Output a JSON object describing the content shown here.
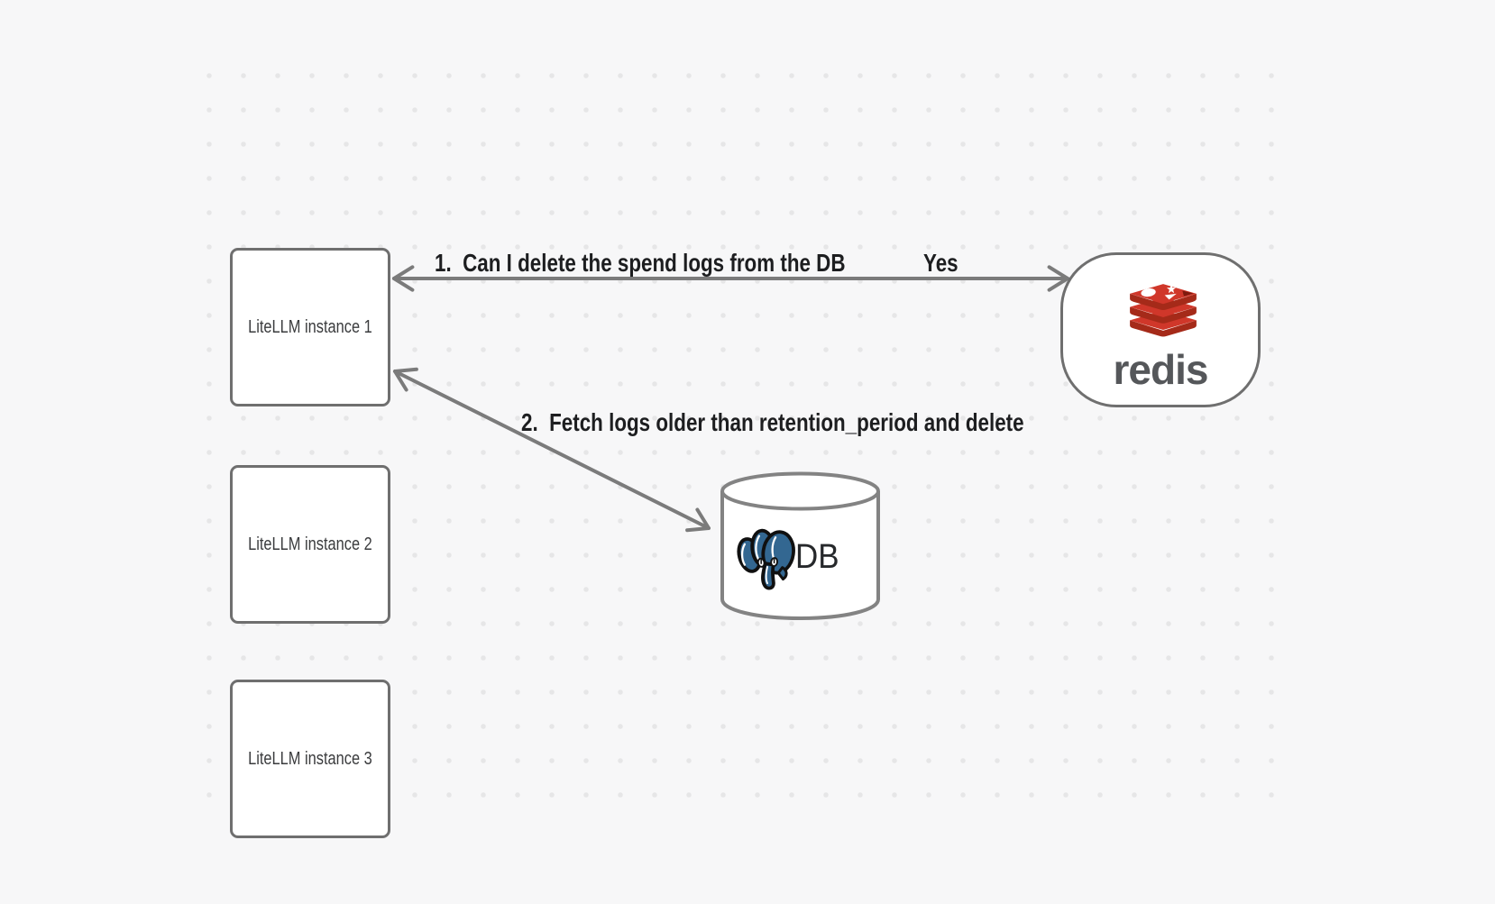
{
  "nodes": {
    "instance1": {
      "label": "LiteLLM instance 1"
    },
    "instance2": {
      "label": "LiteLLM instance 2"
    },
    "instance3": {
      "label": "LiteLLM instance 3"
    },
    "redis": {
      "label": "redis"
    },
    "db": {
      "label": "DB"
    }
  },
  "edges": {
    "edge1": {
      "label": "1.  Can I delete the spend logs from the DB",
      "response": "Yes"
    },
    "edge2": {
      "label": "2.  Fetch logs older than retention_period and delete"
    }
  },
  "icons": {
    "redis_logo": "redis-stack-icon",
    "postgres": "postgres-elephant-icon"
  },
  "colors": {
    "bg": "#f7f7f8",
    "dot": "#e6e6e7",
    "arrow": "#7b7b7b",
    "node_border": "#6f6f6f",
    "box_label": "#3a3b3d",
    "label_text": "#1d1e20",
    "redis_red": "#d0372a",
    "redis_dark": "#a52a19",
    "redis_notch": "#7e1a0e",
    "redis_wordmark": "#55575a",
    "pg_blue": "#336791",
    "shape_stroke": "#838383"
  }
}
